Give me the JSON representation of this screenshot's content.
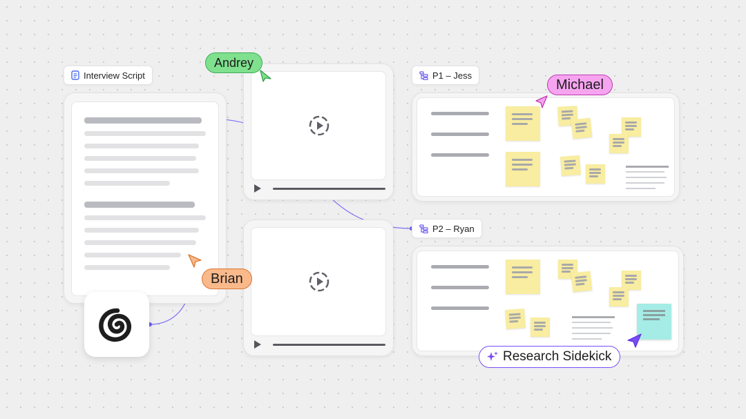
{
  "script_card": {
    "tag_label": "Interview Script",
    "icon": "document-icon"
  },
  "p1": {
    "tag_label": "P1 – Jess",
    "icon": "flow-icon"
  },
  "p2": {
    "tag_label": "P2 – Ryan",
    "icon": "flow-icon"
  },
  "cursors": {
    "andrey": {
      "name": "Andrey",
      "color": "#7fe08e"
    },
    "michael": {
      "name": "Michael",
      "color": "#f6a4f0"
    },
    "brian": {
      "name": "Brian",
      "color": "#f9b98a"
    }
  },
  "ai": {
    "label": "Research Sidekick",
    "icon": "sparkle-icon"
  },
  "app_icon": "spiral-logo-icon",
  "videos": [
    {
      "icon": "play-circle-icon",
      "controls": "play-icon"
    },
    {
      "icon": "play-circle-icon",
      "controls": "play-icon"
    }
  ]
}
